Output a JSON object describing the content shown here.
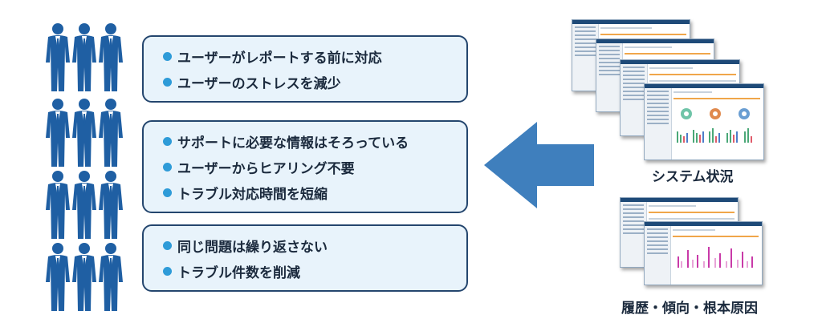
{
  "groups": [
    {
      "items": [
        "ユーザーがレポートする前に対応",
        "ユーザーのストレスを減少"
      ]
    },
    {
      "items": [
        "サポートに必要な情報はそろっている",
        "ユーザーからヒアリング不要",
        "トラブル対応時間を短縮"
      ]
    },
    {
      "items": [
        "同じ問題は繰り返さない",
        "トラブル件数を削減"
      ]
    }
  ],
  "captions": {
    "system_status": "システム状況",
    "history": "履歴・傾向・根本原因"
  },
  "colors": {
    "person": "#1f5fa3",
    "box_border": "#24466e",
    "box_fill": "#e8f3fb",
    "bullet": "#2e9bd8",
    "arrow": "#3f7fbd"
  },
  "icons": [
    "person-icon",
    "bullet-dot",
    "left-arrow"
  ]
}
